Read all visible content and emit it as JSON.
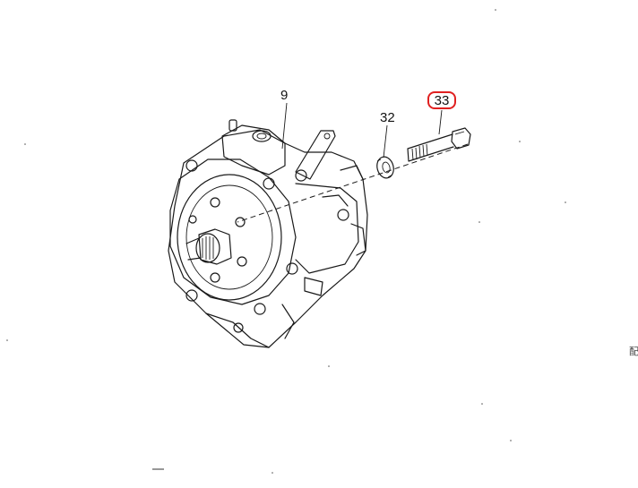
{
  "callouts": {
    "part_9": "9",
    "part_32": "32",
    "part_33": "33"
  },
  "highlight_color": "#e02020",
  "side_mark": "配"
}
